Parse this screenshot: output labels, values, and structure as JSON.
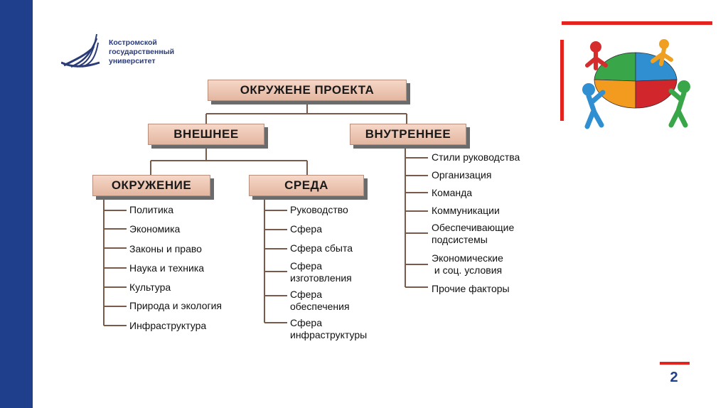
{
  "university": {
    "name_lines": [
      "Костромской",
      "государственный",
      "университет"
    ]
  },
  "diagram": {
    "root": "ОКРУЖЕНЕ ПРОЕКТА",
    "external": "ВНЕШНЕЕ",
    "internal": "ВНУТРЕННЕЕ",
    "environment": "ОКРУЖЕНИЕ",
    "medium": "СРЕДА",
    "environment_items": [
      "Политика",
      "Экономика",
      "Законы и право",
      "Наука и техника",
      "Культура",
      "Природа и экология",
      "Инфраструктура"
    ],
    "medium_items": [
      "Руководство",
      "Сфера",
      "Сфера сбыта",
      "Сфера\nизготовления",
      "Сфера\nобеспечения",
      "Сфера\nинфраструктуры"
    ],
    "internal_items": [
      "Стили руководства",
      "Организация",
      "Команда",
      "Коммуникации",
      "Обеспечивающие\nподсистемы",
      "Экономические\n и соц. условия",
      "Прочие факторы"
    ]
  },
  "page_number": "2",
  "colors": {
    "sidebar": "#1f3f8c",
    "accent_red": "#e5231e",
    "box_fill": "#f2cdbb"
  },
  "illustration": "puzzle-team-icon"
}
